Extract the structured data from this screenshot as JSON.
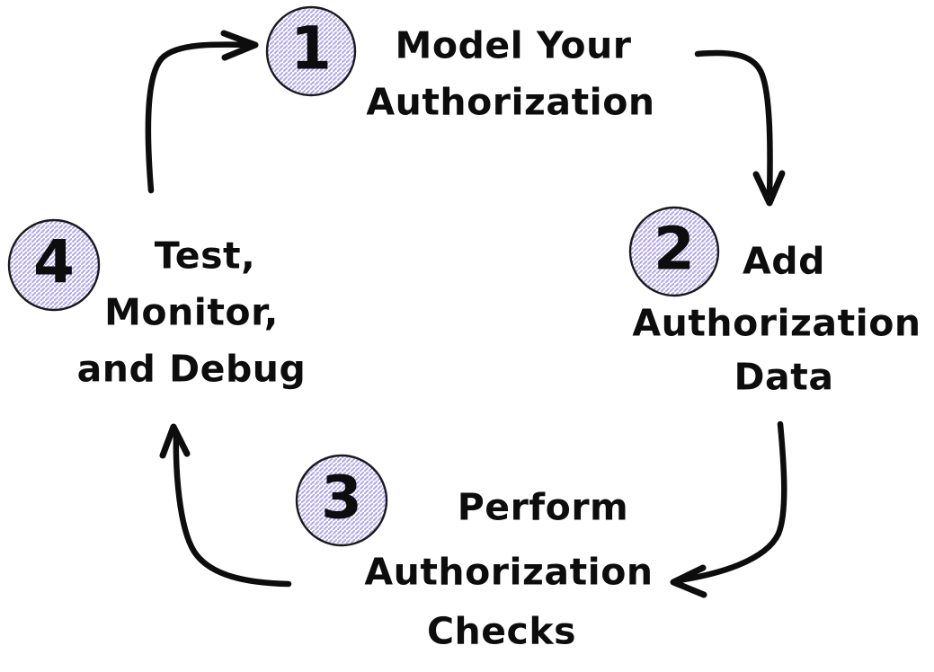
{
  "diagram": {
    "type": "cycle",
    "colors": {
      "background": "#ffffff",
      "ink": "#0d0d0d",
      "hatch": "#b2a5ef",
      "circle_outline": "#1a1a1a"
    },
    "steps": [
      {
        "number": "1",
        "lines": [
          "Model Your",
          "Authorization"
        ]
      },
      {
        "number": "2",
        "lines": [
          "Add",
          "Authorization",
          "Data"
        ]
      },
      {
        "number": "3",
        "lines": [
          "Perform",
          "Authorization",
          "Checks"
        ]
      },
      {
        "number": "4",
        "lines": [
          "Test,",
          "Monitor,",
          "and Debug"
        ]
      }
    ],
    "arrows": [
      {
        "from": "4",
        "to": "1"
      },
      {
        "from": "1",
        "to": "2"
      },
      {
        "from": "2",
        "to": "3"
      },
      {
        "from": "3",
        "to": "4"
      }
    ]
  }
}
